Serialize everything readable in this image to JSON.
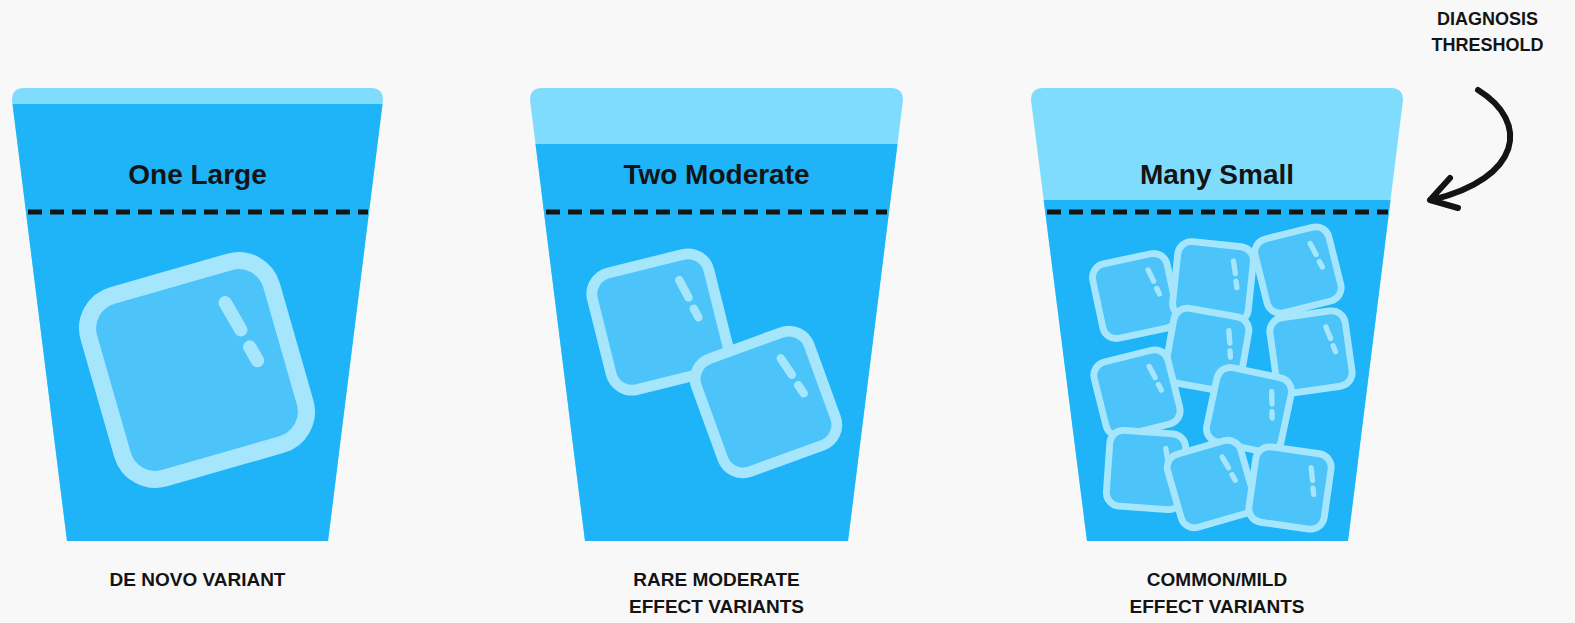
{
  "diagram": {
    "nodes": [
      {
        "text": [
          "One Large",
          "DE NOVO VARIANT"
        ]
      },
      {
        "text": [
          "Two Moderate",
          "RARE MODERATE EFFECT VARIANTS"
        ]
      },
      {
        "text": [
          "Many Small",
          "COMMON/MILD EFFECT VARIANTS"
        ]
      }
    ],
    "labels": [
      "DIAGNOSIS THRESHOLD"
    ]
  }
}
